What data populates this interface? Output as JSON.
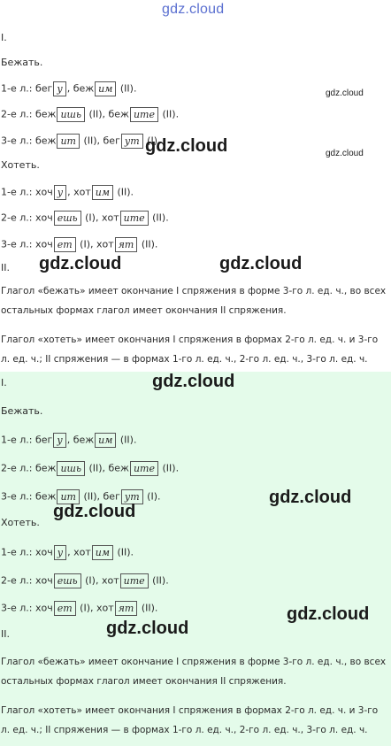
{
  "watermark": "gdz.cloud",
  "section1_label": "I.",
  "section2_label": "II.",
  "run_header": "Бежать.",
  "want_header": "Хотеть.",
  "run": {
    "l1": {
      "p": "1-е л.:",
      "s1": "бег",
      "e1": "у",
      "s2": "беж",
      "e2": "им",
      "t": "(II)."
    },
    "l2": {
      "p": "2-е л.:",
      "s1": "беж",
      "e1": "ишь",
      "m": "(II), беж",
      "e2": "ите",
      "t": "(II)."
    },
    "l3": {
      "p": "3-е л.:",
      "s1": "беж",
      "e1": "ит",
      "m": "(II), бег",
      "e2": "ут",
      "t": "(I)."
    }
  },
  "want": {
    "l1": {
      "p": "1-е л.:",
      "s1": "хоч",
      "e1": "у",
      "s2": "хот",
      "e2": "им",
      "t": "(II)."
    },
    "l2": {
      "p": "2-е л.:",
      "s1": "хоч",
      "e1": "ешь",
      "m": "(I), хот",
      "e2": "ите",
      "t": "(II)."
    },
    "l3": {
      "p": "3-е л.:",
      "s1": "хоч",
      "e1": "ет",
      "m": "(I), хот",
      "e2": "ят",
      "t": "(II)."
    }
  },
  "para_run": "Глагол «бежать» имеет окончание I спряжения в форме 3-го л. ед. ч., во всех остальных формах глагол имеет окончания II спряжения.",
  "para_want": "Глагол «хотеть» имеет окончания I спряжения в формах 2-го л. ед. ч. и 3-го л. ед. ч.; II спряжения — в формах 1-го л. ед. ч., 2-го л. ед. ч., 3-го л. ед. ч."
}
